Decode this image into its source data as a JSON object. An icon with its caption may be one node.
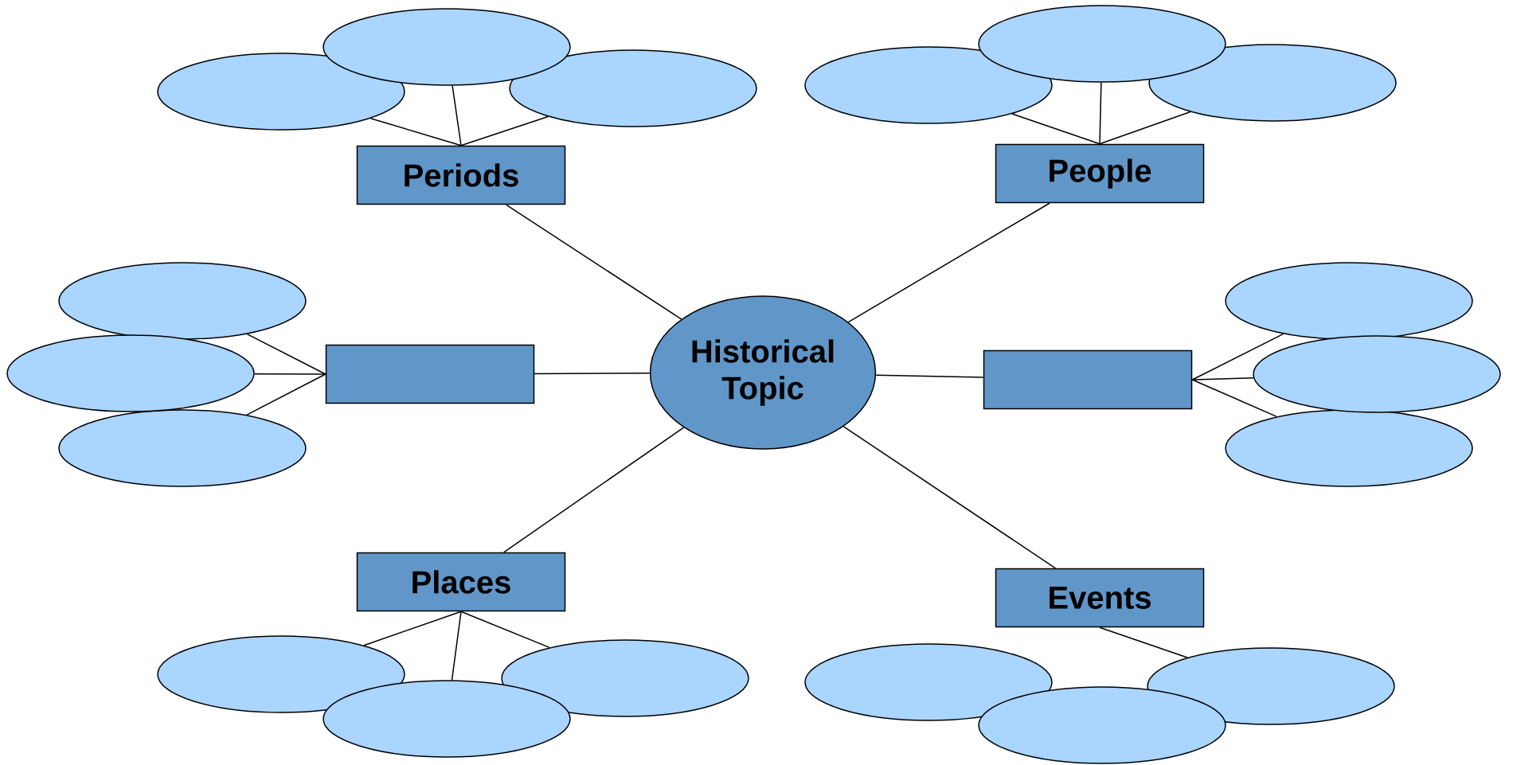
{
  "diagram": {
    "nodes": [
      {
        "text": [
          "Historical Topic"
        ]
      },
      {
        "text": [
          "Periods"
        ]
      },
      {
        "text": [
          "People"
        ]
      },
      {
        "text": [],
        "shape": "box"
      },
      {
        "text": [],
        "shape": "box"
      },
      {
        "text": [
          "Places"
        ]
      },
      {
        "text": [
          "Events"
        ]
      },
      {
        "text": [],
        "shape": "ellipse"
      },
      {
        "text": [],
        "shape": "ellipse"
      },
      {
        "text": [],
        "shape": "ellipse"
      },
      {
        "text": [],
        "shape": "ellipse"
      },
      {
        "text": [],
        "shape": "ellipse"
      },
      {
        "text": [],
        "shape": "ellipse"
      },
      {
        "text": [],
        "shape": "ellipse"
      },
      {
        "text": [],
        "shape": "ellipse"
      },
      {
        "text": [],
        "shape": "ellipse"
      },
      {
        "text": [],
        "shape": "ellipse"
      },
      {
        "text": [],
        "shape": "ellipse"
      },
      {
        "text": [],
        "shape": "ellipse"
      },
      {
        "text": [],
        "shape": "ellipse"
      },
      {
        "text": [],
        "shape": "ellipse"
      },
      {
        "text": [],
        "shape": "ellipse"
      },
      {
        "text": [],
        "shape": "ellipse"
      },
      {
        "text": [],
        "shape": "ellipse"
      },
      {
        "text": [],
        "shape": "ellipse"
      }
    ],
    "edges": [
      {
        "from": 0,
        "to": 1,
        "arrow": "none"
      },
      {
        "from": 0,
        "to": 2,
        "arrow": "none"
      },
      {
        "from": 0,
        "to": 3,
        "arrow": "none"
      },
      {
        "from": 0,
        "to": 4,
        "arrow": "none"
      },
      {
        "from": 0,
        "to": 5,
        "arrow": "none"
      },
      {
        "from": 0,
        "to": 6,
        "arrow": "none"
      },
      {
        "from": 1,
        "to": 7,
        "arrow": "none"
      },
      {
        "from": 1,
        "to": 8,
        "arrow": "none"
      },
      {
        "from": 1,
        "to": 9,
        "arrow": "none"
      },
      {
        "from": 2,
        "to": 10,
        "arrow": "none"
      },
      {
        "from": 2,
        "to": 11,
        "arrow": "none"
      },
      {
        "from": 2,
        "to": 12,
        "arrow": "none"
      },
      {
        "from": 3,
        "to": 13,
        "arrow": "none"
      },
      {
        "from": 3,
        "to": 14,
        "arrow": "none"
      },
      {
        "from": 3,
        "to": 15,
        "arrow": "none"
      },
      {
        "from": 4,
        "to": 16,
        "arrow": "none"
      },
      {
        "from": 4,
        "to": 17,
        "arrow": "none"
      },
      {
        "from": 4,
        "to": 18,
        "arrow": "none"
      },
      {
        "from": 5,
        "to": 19,
        "arrow": "none"
      },
      {
        "from": 5,
        "to": 20,
        "arrow": "none"
      },
      {
        "from": 5,
        "to": 21,
        "arrow": "none"
      },
      {
        "from": 6,
        "to": 24,
        "arrow": "none"
      }
    ]
  }
}
